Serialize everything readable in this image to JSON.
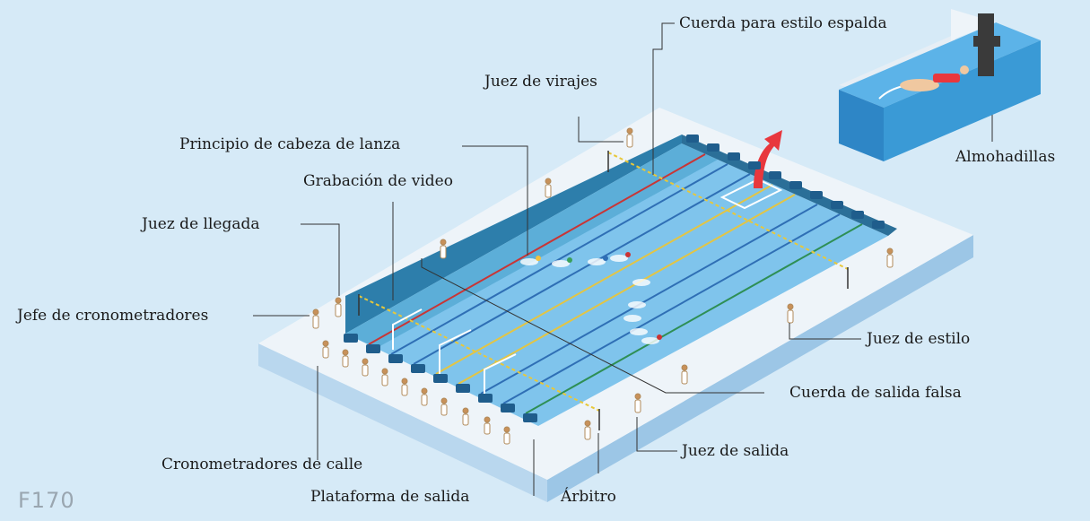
{
  "figure_code": "F170",
  "labels": {
    "backstroke_rope": "Cuerda para estilo espalda",
    "turn_judge": "Juez de virajes",
    "spearhead_start": "Principio de cabeza de lanza",
    "video_recording": "Grabación de video",
    "finish_judge": "Juez de llegada",
    "chief_timekeeper": "Jefe de cronometradores",
    "stroke_judge": "Juez de estilo",
    "false_start_rope": "Cuerda de salida falsa",
    "starter": "Juez de salida",
    "lane_timekeepers": "Cronometradores de calle",
    "starting_platform": "Plataforma de salida",
    "referee": "Árbitro",
    "touch_pads": "Almohadillas"
  },
  "colors": {
    "background": "#d6eaf7",
    "deck": "#eef4f9",
    "pool_water": "#7fc4ec",
    "deep_water": "#3f9cc9",
    "lane_rope": "#2f6fb5",
    "accent": "#e8373d"
  }
}
